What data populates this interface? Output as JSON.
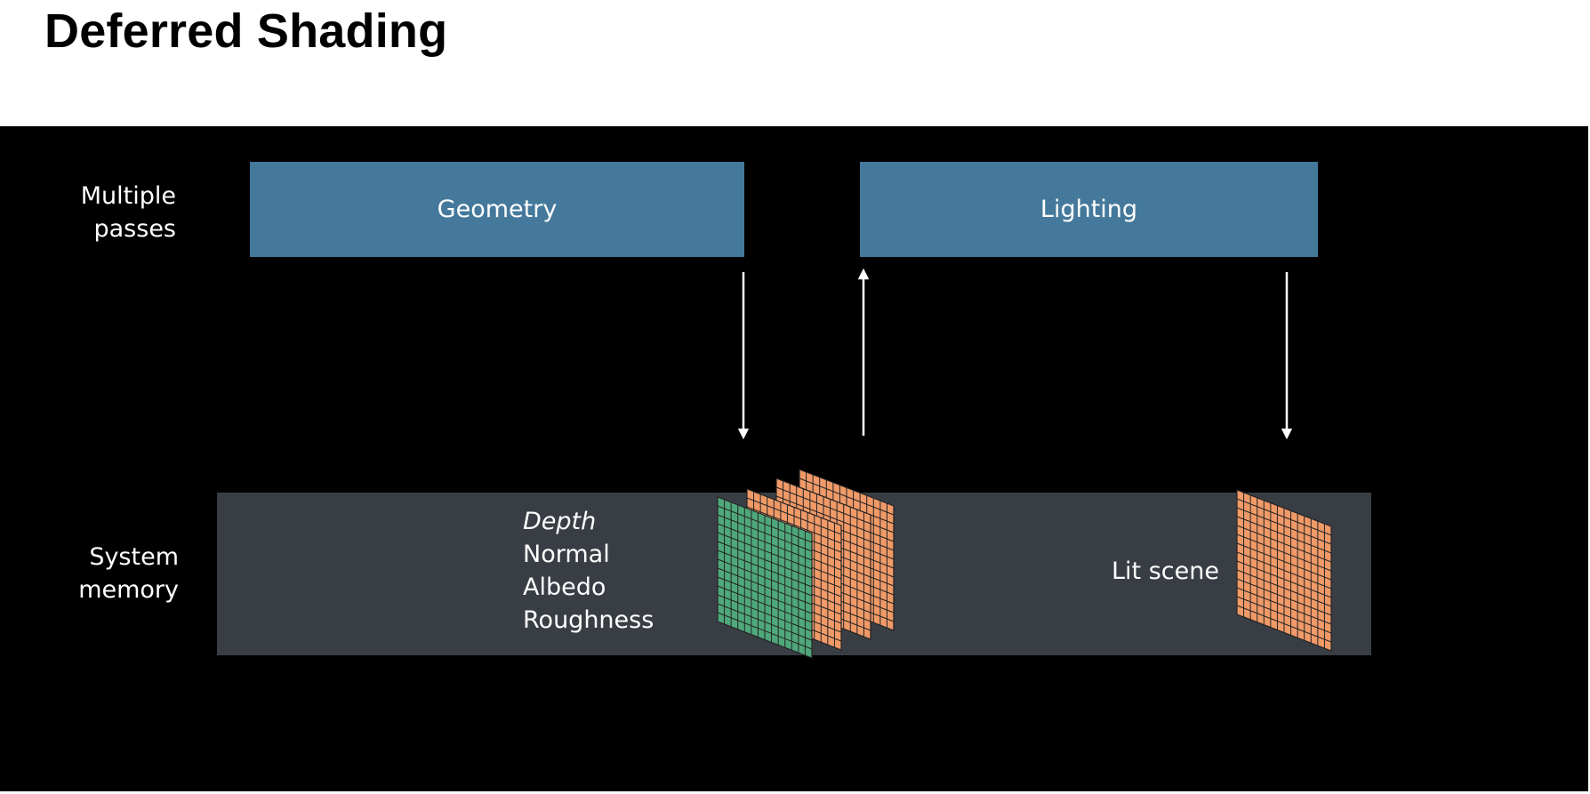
{
  "title": "Deferred Shading",
  "rows": {
    "passes": [
      "Multiple",
      "passes"
    ],
    "memory": [
      "System",
      "memory"
    ]
  },
  "passes": {
    "geometry": "Geometry",
    "lighting": "Lighting"
  },
  "buffers": [
    "Depth",
    "Normal",
    "Albedo",
    "Roughness"
  ],
  "output": "Lit scene",
  "colors": {
    "pass_fill": "#44799c",
    "memory_fill": "#393e45",
    "green_tile": "#4fa87c",
    "orange_tile": "#f09a68",
    "tile_grid": "#232323",
    "arrow": "#ffffff"
  }
}
